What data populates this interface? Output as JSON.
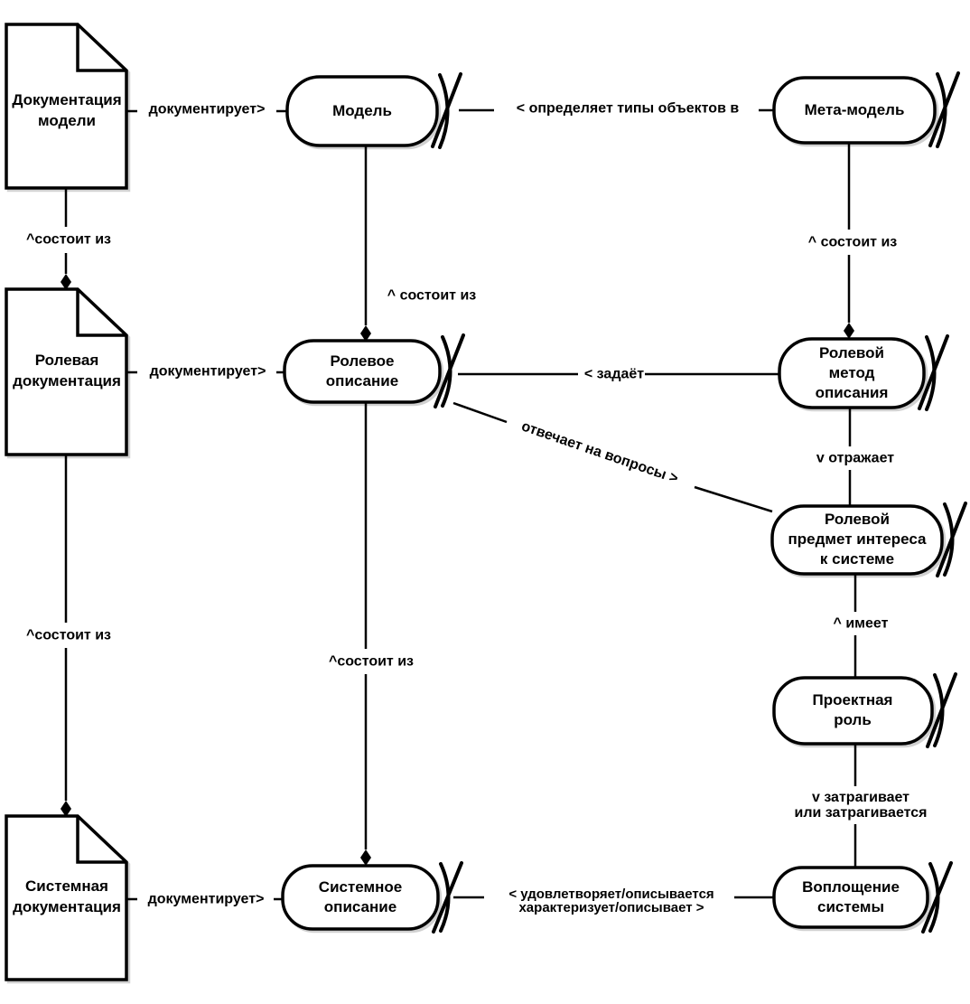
{
  "colors": {
    "ink": "#000000",
    "paper": "#ffffff"
  },
  "nodes": {
    "doc_model": {
      "line1": "Документация",
      "line2": "модели"
    },
    "doc_role": {
      "line1": "Ролевая",
      "line2": "документация"
    },
    "doc_system": {
      "line1": "Системная",
      "line2": "документация"
    },
    "model": {
      "line1": "Модель"
    },
    "meta_model": {
      "line1": "Мета-модель"
    },
    "role_description": {
      "line1": "Ролевое",
      "line2": "описание"
    },
    "role_method": {
      "line1": "Ролевой",
      "line2": "метод",
      "line3": "описания"
    },
    "role_concern": {
      "line1": "Ролевой",
      "line2": "предмет интереса",
      "line3": "к системе"
    },
    "project_role": {
      "line1": "Проектная",
      "line2": "роль"
    },
    "system_embodiment": {
      "line1": "Воплощение",
      "line2": "системы"
    },
    "system_description": {
      "line1": "Системное",
      "line2": "описание"
    }
  },
  "edges": {
    "documents_top": "документирует>",
    "documents_mid": "документирует>",
    "documents_bottom": "документирует>",
    "defines_types": "< определяет типы объектов в",
    "consists_left_top": "^состоит из",
    "consists_left_bottom": "^состоит из",
    "consists_mid_top": "^ состоит из",
    "consists_mid_bottom": "^состоит из",
    "consists_right": "^ состоит из",
    "specifies": "< задаёт",
    "answers": "отвечает на вопросы >",
    "reflects": "v отражает",
    "has": "^ имеет",
    "affects_line1": "v затрагивает",
    "affects_line2": "или затрагивается",
    "satisfies_line1": "< удовлетворяет/описывается",
    "satisfies_line2": "характеризует/описывает >"
  }
}
